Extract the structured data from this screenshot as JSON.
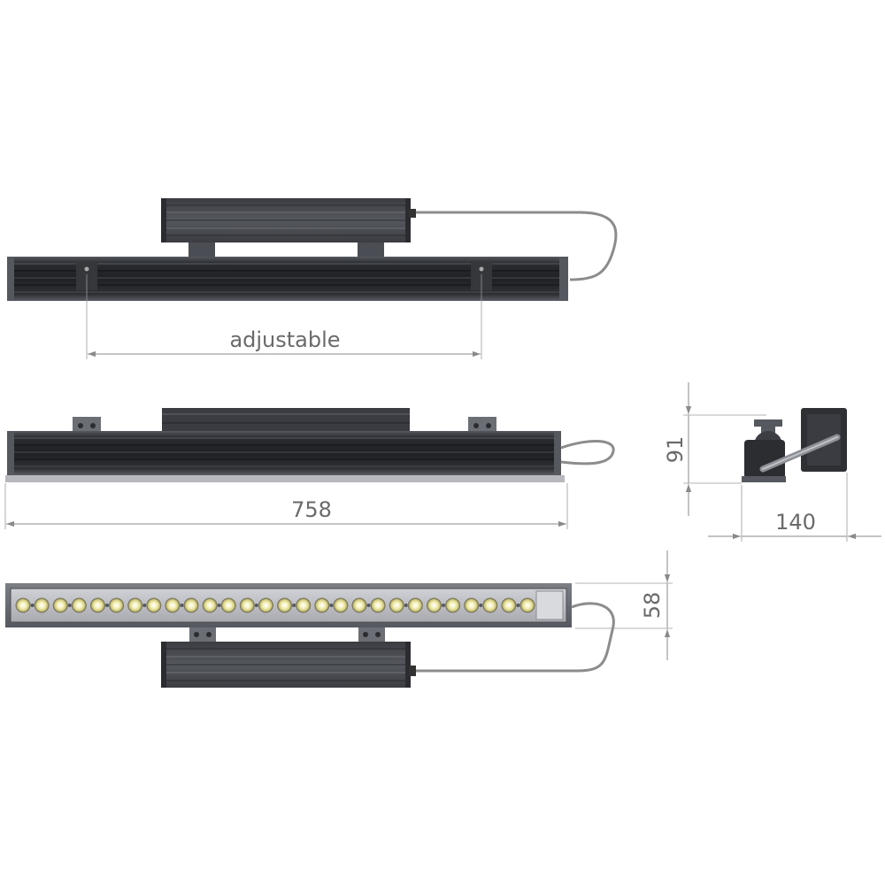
{
  "dimensions": {
    "adjustable": "adjustable",
    "length": "758",
    "height": "91",
    "depth": "140",
    "width": "58"
  },
  "colors": {
    "housing_dark": "#2b2d31",
    "housing_mid": "#44474d",
    "housing_light": "#6b6e74",
    "cable": "#8c8c8c",
    "lens_face": "#b8bac0",
    "led": "#e8e3a0",
    "dimension_line": "#8a8a8a",
    "dimension_text": "#6a6a6a"
  },
  "led_count": 28
}
